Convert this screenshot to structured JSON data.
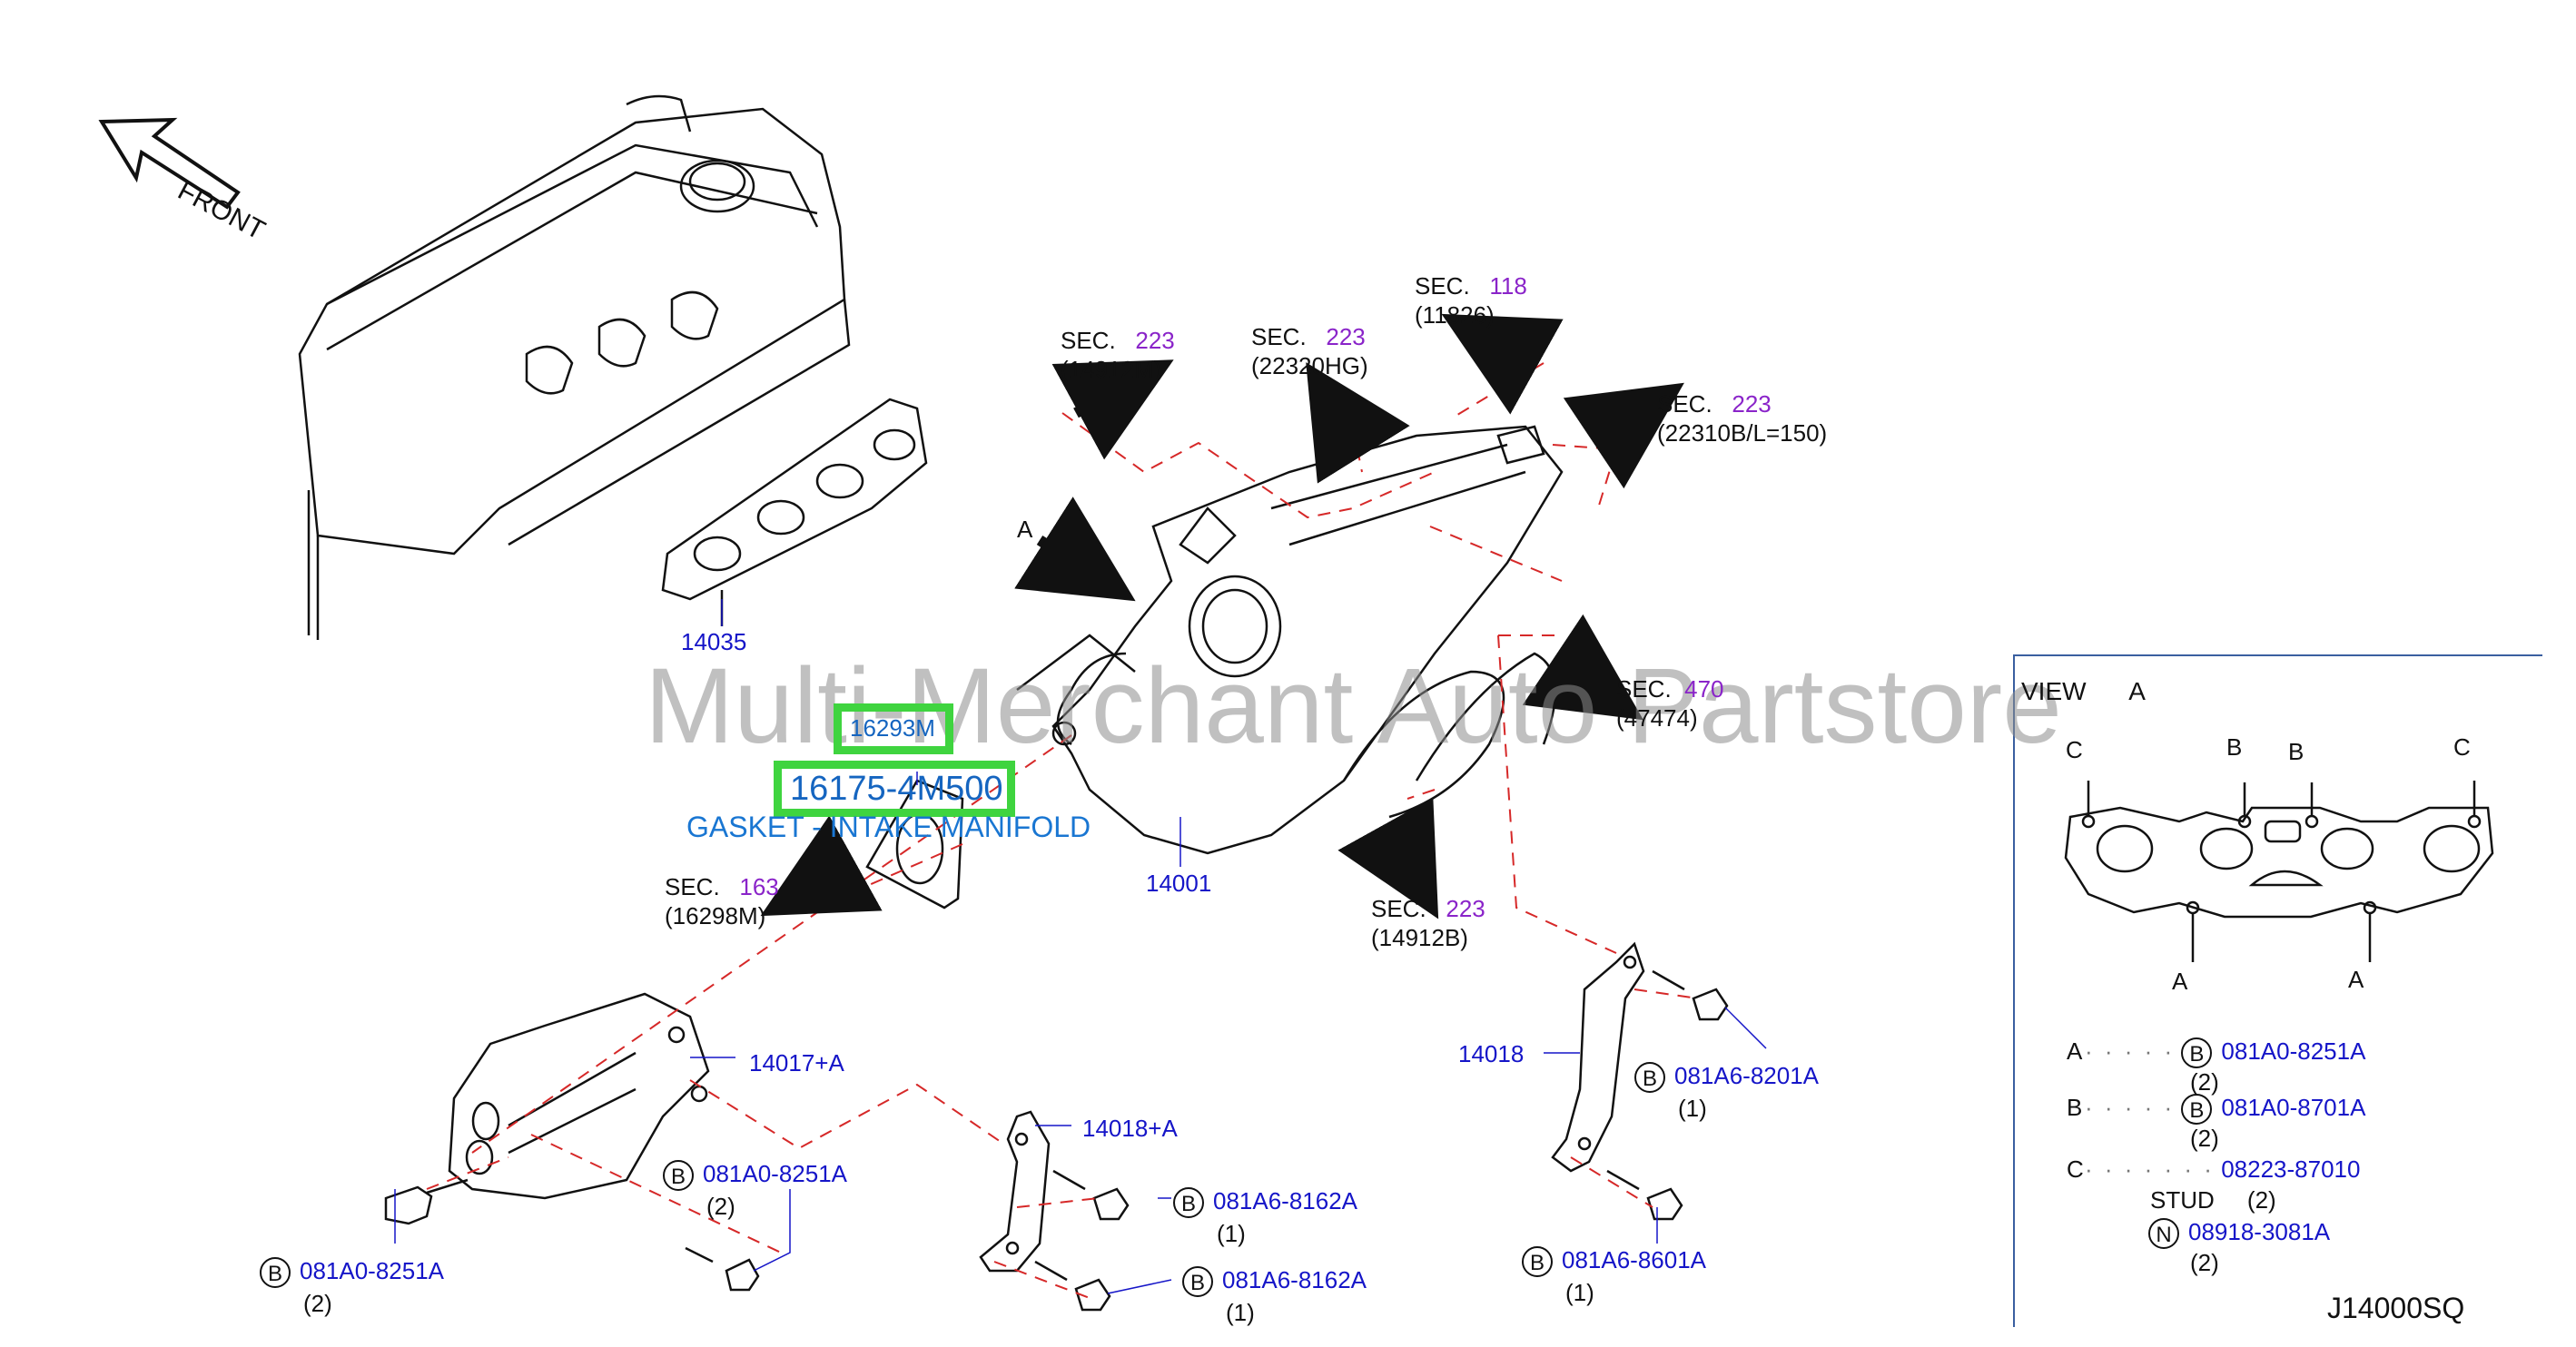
{
  "diagram": {
    "front_label": "FRONT",
    "diagram_code": "J14000SQ",
    "watermark": "Multi-Merchant Auto Partstore",
    "highlight": {
      "part1": "16293M",
      "part2": "16175-4M500",
      "description": "GASKET - INTAKE MANIFOLD"
    },
    "sec_refs": [
      {
        "sec": "SEC.",
        "num": "223",
        "ref": "(14912M)"
      },
      {
        "sec": "SEC.",
        "num": "223",
        "ref": "(22320HG)"
      },
      {
        "sec": "SEC.",
        "num": "118",
        "ref": "(11826)"
      },
      {
        "sec": "SEC.",
        "num": "223",
        "ref": "(22310B/L=150)"
      },
      {
        "sec": "SEC.",
        "num": "470",
        "ref": "(47474)"
      },
      {
        "sec": "SEC.",
        "num": "223",
        "ref": "(14912B)"
      },
      {
        "sec": "SEC.",
        "num": "163",
        "ref": "(16298M)"
      }
    ],
    "view_a_arrow": "A",
    "parts": {
      "p14035": "14035",
      "p14001": "14001",
      "p14017a": "14017+A",
      "p14018a": "14018+A",
      "p14018": "14018"
    },
    "bolts": [
      {
        "circle": "B",
        "num": "081A0-8251A",
        "qty": "(2)"
      },
      {
        "circle": "B",
        "num": "081A0-8251A",
        "qty": "(2)"
      },
      {
        "circle": "B",
        "num": "081A6-8162A",
        "qty": "(1)"
      },
      {
        "circle": "B",
        "num": "081A6-8162A",
        "qty": "(1)"
      },
      {
        "circle": "B",
        "num": "081A6-8201A",
        "qty": "(1)"
      },
      {
        "circle": "B",
        "num": "081A6-8601A",
        "qty": "(1)"
      }
    ],
    "view_panel": {
      "title": "VIEW",
      "title_letter": "A",
      "labels": {
        "c": "C",
        "b": "B",
        "a": "A"
      },
      "legend": [
        {
          "key": "A",
          "circle": "B",
          "num": "081A0-8251A",
          "qty": "(2)"
        },
        {
          "key": "B",
          "circle": "B",
          "num": "081A0-8701A",
          "qty": "(2)"
        },
        {
          "key": "C",
          "circle": "",
          "num": "08223-87010",
          "note": "STUD",
          "qty": "(2)"
        },
        {
          "key": "",
          "circle": "N",
          "num": "08918-3081A",
          "qty": "(2)"
        }
      ]
    }
  }
}
